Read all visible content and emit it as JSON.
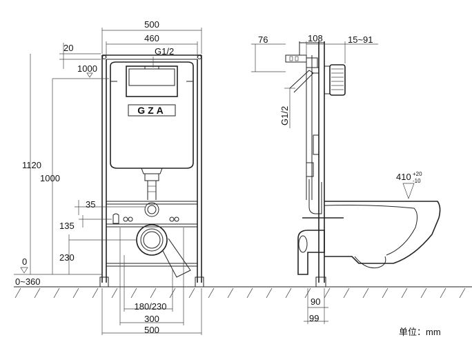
{
  "front_view": {
    "dims_top": [
      "500",
      "460",
      "G1/2"
    ],
    "dim_20": "20",
    "dim_1000_level": "1000",
    "dim_1120": "1120",
    "dim_1000": "1000",
    "dim_35": "35",
    "dim_135": "135",
    "dim_230": "230",
    "dim_0": "0",
    "dim_0_360": "0~360",
    "dims_bottom": [
      "180/230",
      "300",
      "500"
    ],
    "logo": "GZA"
  },
  "side_view": {
    "dim_76": "76",
    "dim_108": "108",
    "dim_15_91": "15~91",
    "dim_g12": "G1/2",
    "dim_410": "410",
    "dim_410_tol_upper": "+20",
    "dim_410_tol_lower": "-10",
    "dim_90": "90",
    "dim_99": "99"
  },
  "units_label": "单位：mm"
}
